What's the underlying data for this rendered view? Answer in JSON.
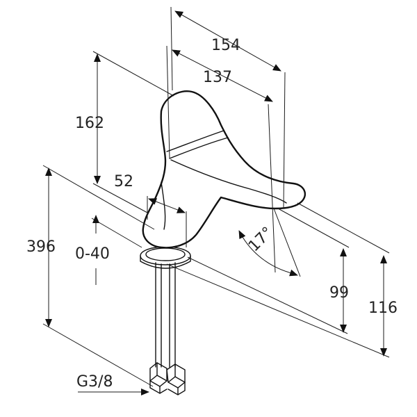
{
  "dimensions": {
    "overall_width": "154",
    "spout_reach": "137",
    "body_height": "162",
    "base_diameter": "52",
    "total_height": "396",
    "adjust_range": "0-40",
    "spout_angle": "17°",
    "spout_height": "99",
    "top_height": "116",
    "connection": "G3/8"
  }
}
